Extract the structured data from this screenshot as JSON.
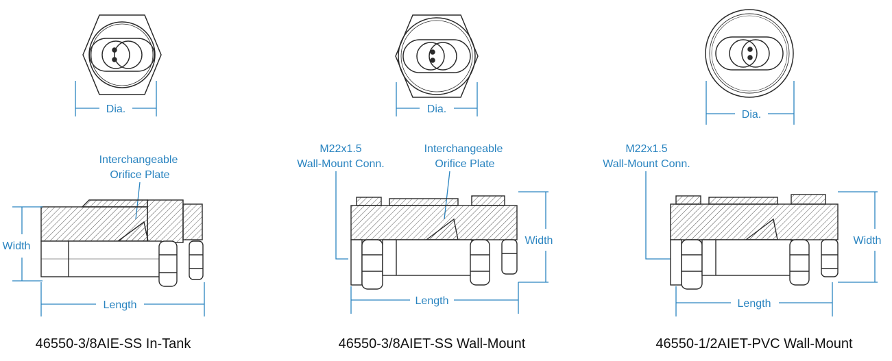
{
  "colors": {
    "line": "#2b2b2b",
    "dimension": "#2a84c0",
    "label": "#2a84c0",
    "caption": "#111111",
    "hatch": "#555555",
    "background": "#ffffff"
  },
  "icons": {
    "top_view": "hex-nut-top-view-icon",
    "side_view": "fitting-cross-section-icon"
  },
  "labels": {
    "diameter": "Dia.",
    "width": "Width",
    "length": "Length",
    "orifice_line1": "Interchangeable",
    "orifice_line2": "Orifice Plate",
    "thread_line1": "M22x1.5",
    "thread_line2": "Wall-Mount Conn."
  },
  "products": [
    {
      "caption": "46550-3/8AIE-SS In-Tank"
    },
    {
      "caption": "46550-3/8AIET-SS Wall-Mount"
    },
    {
      "caption": "46550-1/2AIET-PVC Wall-Mount"
    }
  ]
}
